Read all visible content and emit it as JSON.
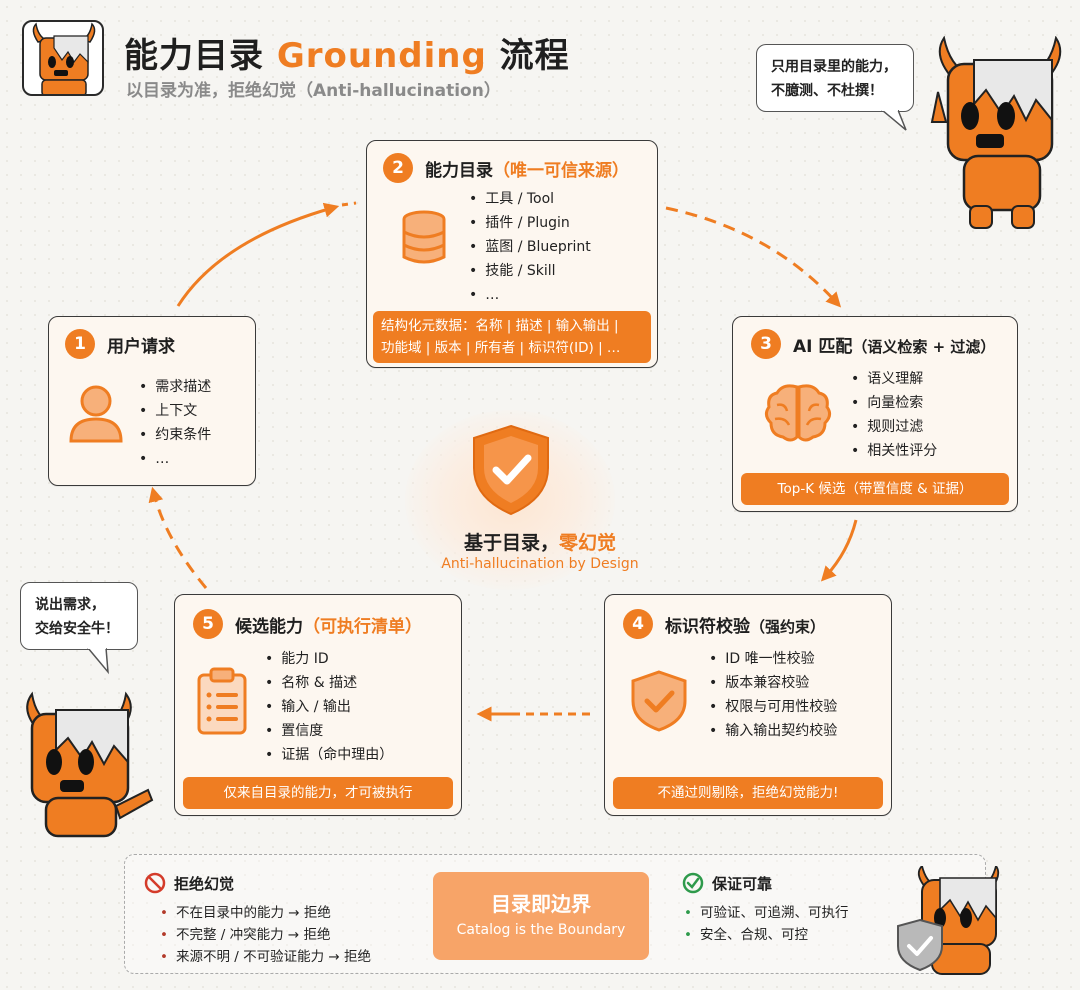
{
  "header": {
    "title_prefix": "能力目录 ",
    "title_accent": "Grounding",
    "title_suffix": " 流程",
    "subtitle": "以目录为准，拒绝幻觉（Anti-hallucination）"
  },
  "bubbles": {
    "top_right": [
      "只用目录里的能力，",
      "不臆测、不杜撰！"
    ],
    "left": [
      "说出需求，",
      "交给安全牛！"
    ]
  },
  "steps": {
    "s1": {
      "num": "1",
      "title": "用户请求",
      "items": [
        "需求描述",
        "上下文",
        "约束条件",
        "…"
      ]
    },
    "s2": {
      "num": "2",
      "title": "能力目录",
      "highlight": "（唯一可信来源）",
      "items": [
        "工具 / Tool",
        "插件 / Plugin",
        "蓝图 / Blueprint",
        "技能 / Skill",
        "…"
      ],
      "bar_lines": [
        "结构化元数据：名称 | 描述 | 输入输出 |",
        "功能域 | 版本 | 所有者 | 标识符(ID) | …"
      ]
    },
    "s3": {
      "num": "3",
      "title": "AI 匹配",
      "sub": "（语义检索 + 过滤）",
      "items": [
        "语义理解",
        "向量检索",
        "规则过滤",
        "相关性评分"
      ],
      "bar": "Top-K 候选（带置信度 & 证据）"
    },
    "s4": {
      "num": "4",
      "title": "标识符校验",
      "sub": "（强约束）",
      "items": [
        "ID 唯一性校验",
        "版本兼容校验",
        "权限与可用性校验",
        "输入输出契约校验"
      ],
      "bar": "不通过则剔除，拒绝幻觉能力!"
    },
    "s5": {
      "num": "5",
      "title": "候选能力",
      "highlight": "（可执行清单）",
      "items": [
        "能力 ID",
        "名称 & 描述",
        "输入 / 输出",
        "置信度",
        "证据（命中理由）"
      ],
      "bar": "仅来自目录的能力，才可被执行"
    }
  },
  "center": {
    "title_prefix": "基于目录，",
    "title_accent": "零幻觉",
    "subtitle": "Anti-hallucination by Design"
  },
  "bottom": {
    "reject": {
      "title": "拒绝幻觉",
      "items": [
        "不在目录中的能力 → 拒绝",
        "不完整 / 冲突能力 → 拒绝",
        "来源不明 / 不可验证能力 → 拒绝"
      ]
    },
    "boundary": {
      "title": "目录即边界",
      "subtitle": "Catalog is the Boundary"
    },
    "reliable": {
      "title": "保证可靠",
      "items": [
        "可验证、可追溯、可执行",
        "安全、合规、可控"
      ]
    }
  },
  "colors": {
    "accent": "#ef7d22",
    "bar": "#ef7d22",
    "boundary": "#f7a468",
    "reject": "#d43b2a",
    "ok": "#2e9a4b"
  }
}
